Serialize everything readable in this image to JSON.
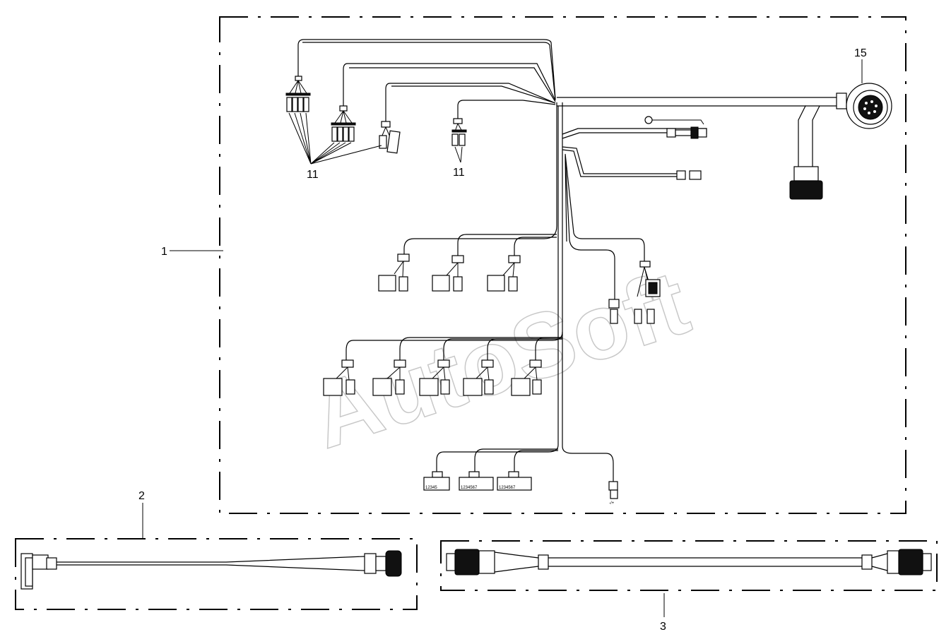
{
  "callouts": {
    "c1": "1",
    "c2": "2",
    "c3": "3",
    "c11a": "11",
    "c11b": "11",
    "c15": "15"
  },
  "pin_labels": {
    "group5": "12345",
    "group7a": "1234567",
    "group7b": "1234567",
    "power": "-/+"
  },
  "watermark": "AutoSoft"
}
